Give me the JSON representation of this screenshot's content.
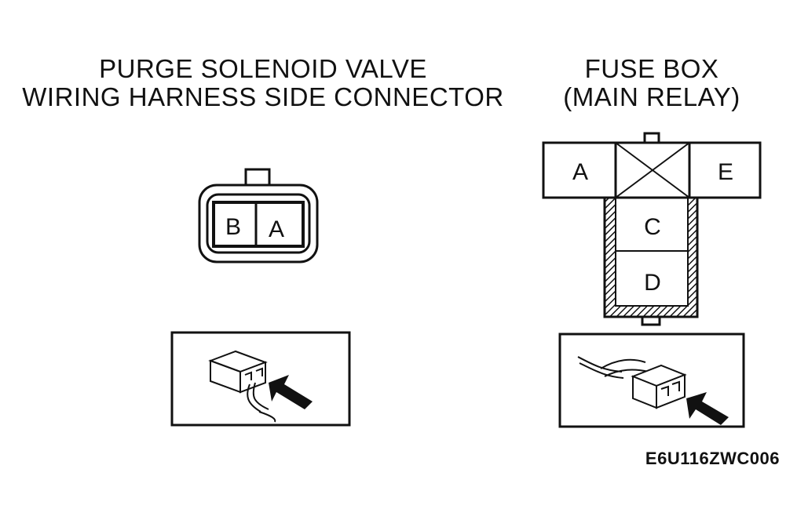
{
  "left_connector": {
    "title_line1": "PURGE SOLENOID VALVE",
    "title_line2": "WIRING HARNESS SIDE CONNECTOR",
    "pins": [
      "B",
      "A"
    ]
  },
  "right_connector": {
    "title_line1": "FUSE BOX",
    "title_line2": "(MAIN RELAY)",
    "pins": [
      "A",
      "E",
      "C",
      "D"
    ]
  },
  "figure_code": "E6U116ZWC006"
}
